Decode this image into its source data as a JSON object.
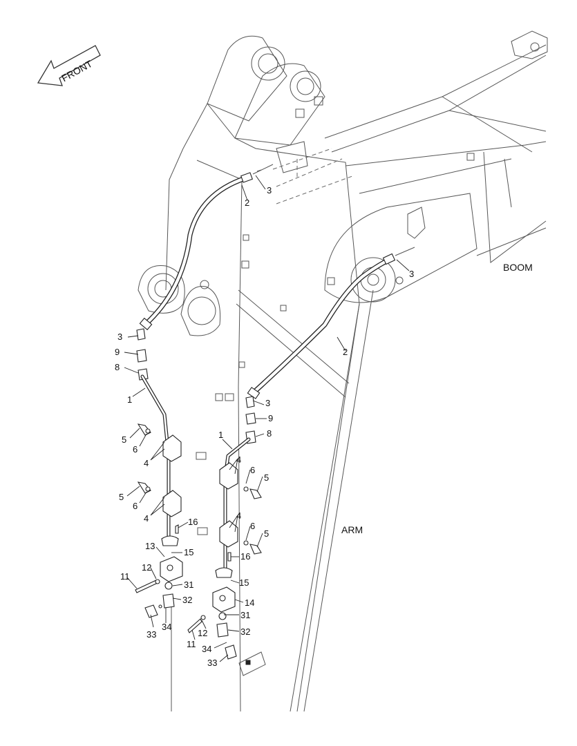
{
  "arrow": {
    "label": "FRONT"
  },
  "structures": {
    "boom": "BOOM",
    "arm": "ARM"
  },
  "callouts": {
    "c1a": "1",
    "c1b": "1",
    "c2a": "2",
    "c2b": "2",
    "c3a": "3",
    "c3b": "3",
    "c3c": "3",
    "c3d": "3",
    "c4a": "4",
    "c4b": "4",
    "c4c": "4",
    "c4d": "4",
    "c5a": "5",
    "c5b": "5",
    "c5c": "5",
    "c5d": "5",
    "c6a": "6",
    "c6b": "6",
    "c6c": "6",
    "c6d": "6",
    "c8a": "8",
    "c8b": "8",
    "c9a": "9",
    "c9b": "9",
    "c11a": "11",
    "c11b": "11",
    "c12a": "12",
    "c12b": "12",
    "c13": "13",
    "c14": "14",
    "c15a": "15",
    "c15b": "15",
    "c16a": "16",
    "c16b": "16",
    "c31a": "31",
    "c31b": "31",
    "c32a": "32",
    "c32b": "32",
    "c33a": "33",
    "c33b": "33",
    "c34a": "34",
    "c34b": "34"
  }
}
